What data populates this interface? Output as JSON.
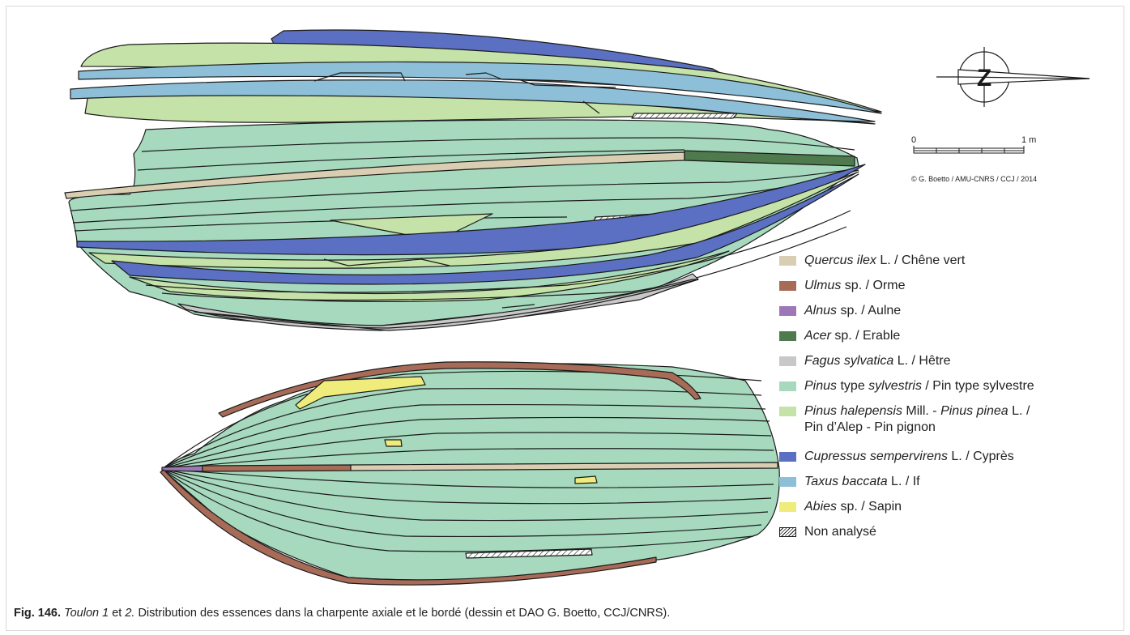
{
  "figure": {
    "caption_label": "Fig. 146.",
    "caption_title_1": "Toulon 1",
    "caption_et": " et ",
    "caption_title_2": "2.",
    "caption_text": " Distribution des essences dans la charpente axiale et le bordé (dessin et DAO G. Boetto, CCJ/CNRS)."
  },
  "compass": {
    "letter": "Z"
  },
  "scale": {
    "start": "0",
    "end": "1 m"
  },
  "copyright": "© G. Boetto / AMU-CNRS / CCJ / 2014",
  "colors": {
    "quercus": "#d9ceb2",
    "ulmus": "#a86b57",
    "alnus": "#9e78b6",
    "acer": "#4e7a4e",
    "fagus": "#c8c8c8",
    "pinus_sylvestris": "#a6d9bd",
    "pinus_halepensis": "#c5e2a8",
    "cupressus": "#5b70c2",
    "taxus": "#8dbfd8",
    "abies": "#f0ec7c",
    "outline": "#1a1a1a"
  },
  "legend": [
    {
      "key": "quercus",
      "latin": "Quercus ilex",
      "rest": " L. / Chêne vert"
    },
    {
      "key": "ulmus",
      "latin": "Ulmus",
      "rest": " sp. / Orme"
    },
    {
      "key": "alnus",
      "latin": "Alnus",
      "rest": " sp. / Aulne"
    },
    {
      "key": "acer",
      "latin": "Acer",
      "rest": " sp. / Erable"
    },
    {
      "key": "fagus",
      "latin": "Fagus sylvatica",
      "rest": " L. / Hêtre"
    },
    {
      "key": "pinus_sylvestris",
      "latin": "Pinus",
      "rest": " type ",
      "latin2": "sylvestris",
      "rest2": " / Pin type sylvestre"
    },
    {
      "key": "pinus_halepensis",
      "latin": "Pinus halepensis",
      "rest": " Mill. - ",
      "latin2": "Pinus pinea",
      "rest2": " L. /",
      "line2": "Pin d’Alep - Pin pignon"
    },
    {
      "key": "cupressus",
      "latin": "Cupressus sempervirens",
      "rest": " L. / Cyprès"
    },
    {
      "key": "taxus",
      "latin": "Taxus baccata",
      "rest": " L. / If"
    },
    {
      "key": "abies",
      "latin": "Abies",
      "rest": " sp. / Sapin"
    },
    {
      "key": "hatch",
      "latin": "",
      "rest": "Non analysé"
    }
  ]
}
